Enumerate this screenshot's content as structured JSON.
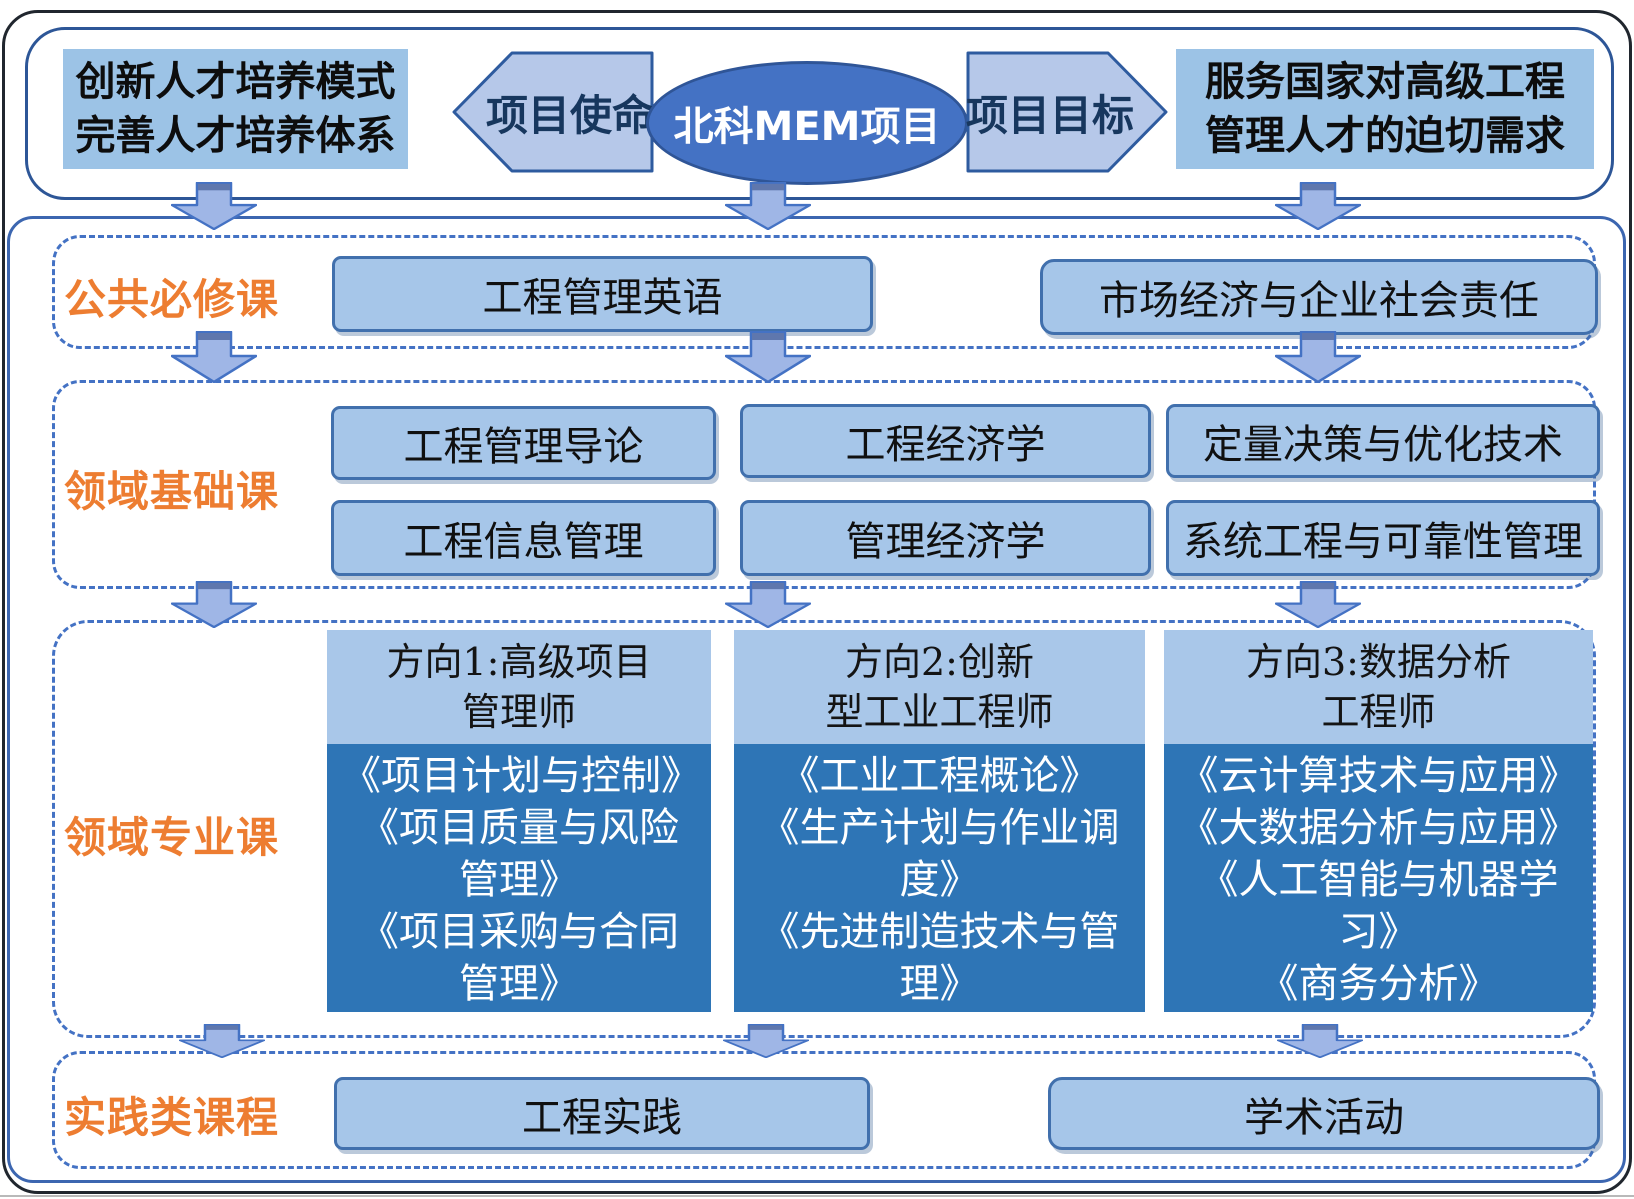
{
  "top_band": {
    "mission_box_lines": [
      "创新人才培养模式",
      "完善人才培养体系"
    ],
    "mission_arrow_label": "项目使命",
    "project_name": "北科MEM项目",
    "goal_arrow_label": "项目目标",
    "goal_box_lines": [
      "服务国家对高级工程",
      "管理人才的迫切需求"
    ]
  },
  "required_section": {
    "label": "公共必修课",
    "courses": [
      "工程管理英语",
      "市场经济与企业社会责任"
    ]
  },
  "foundation_section": {
    "label": "领域基础课",
    "rows": [
      [
        "工程管理导论",
        "工程经济学",
        "定量决策与优化技术"
      ],
      [
        "工程信息管理",
        "管理经济学",
        "系统工程与可靠性管理"
      ]
    ]
  },
  "specialty_section": {
    "label": "领域专业课",
    "tracks": [
      {
        "title_lines": [
          "方向1:高级项目",
          "管理师"
        ],
        "courses": [
          "《项目计划与控制》",
          "《项目质量与风险管理》",
          "《项目采购与合同管理》"
        ]
      },
      {
        "title_lines": [
          "方向2:创新",
          "型工业工程师"
        ],
        "courses": [
          "《工业工程概论》",
          "《生产计划与作业调度》",
          "《先进制造技术与管理》"
        ]
      },
      {
        "title_lines": [
          "方向3:数据分析",
          "工程师"
        ],
        "courses": [
          "《云计算技术与应用》",
          "《大数据分析与应用》",
          "《人工智能与机器学习》",
          "《商务分析》"
        ]
      }
    ]
  },
  "practice_section": {
    "label": "实践类课程",
    "courses": [
      "工程实践",
      "学术活动"
    ]
  },
  "colors": {
    "accent_orange": "#ED7D31",
    "track_body_blue": "#2E75B6",
    "light_box_blue": "#9CC3E6",
    "course_box_blue": "#A6C6E9",
    "ellipse_blue": "#4472C4",
    "border_navy": "#2F5597",
    "arrow_fill": "#9FB6E6",
    "dashed_border": "#4472C4"
  }
}
